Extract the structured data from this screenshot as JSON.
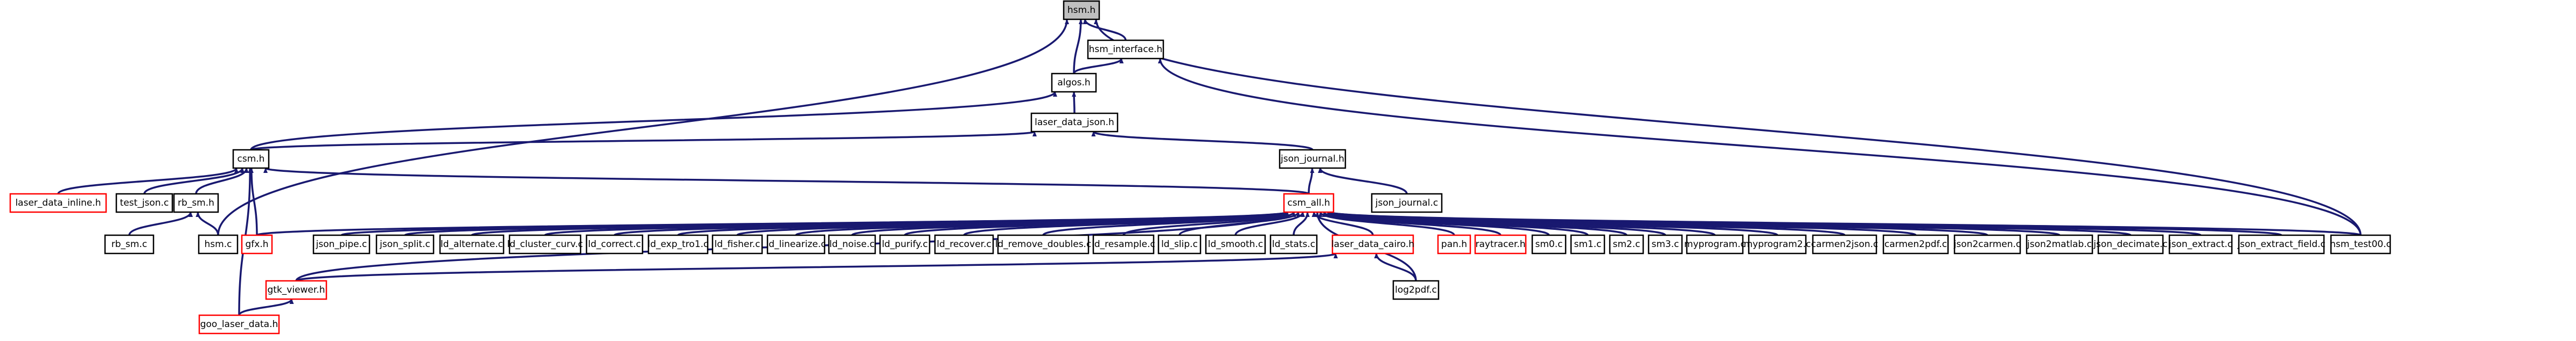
{
  "graph": {
    "colors": {
      "edge": "#191970",
      "node_border": "#000000",
      "undocumented_border": "#ff0000",
      "root_fill": "#bfbfbf",
      "node_fill": "#ffffff",
      "text": "#000000"
    },
    "nodes": [
      {
        "id": "hsm_h",
        "label": "hsm.h",
        "style": "root"
      },
      {
        "id": "hsm_interface_h",
        "label": "hsm_interface.h",
        "style": "normal"
      },
      {
        "id": "algos_h",
        "label": "algos.h",
        "style": "normal"
      },
      {
        "id": "laser_data_json_h",
        "label": "laser_data_json.h",
        "style": "normal"
      },
      {
        "id": "csm_h",
        "label": "csm.h",
        "style": "normal"
      },
      {
        "id": "json_journal_h",
        "label": "json_journal.h",
        "style": "normal"
      },
      {
        "id": "laser_data_inline_h",
        "label": "laser_data_inline.h",
        "style": "red"
      },
      {
        "id": "test_json_c",
        "label": "test_json.c",
        "style": "normal"
      },
      {
        "id": "rb_sm_h",
        "label": "rb_sm.h",
        "style": "normal"
      },
      {
        "id": "json_journal_c",
        "label": "json_journal.c",
        "style": "normal"
      },
      {
        "id": "csm_all_h",
        "label": "csm_all.h",
        "style": "red"
      },
      {
        "id": "rb_sm_c",
        "label": "rb_sm.c",
        "style": "normal"
      },
      {
        "id": "hsm_c",
        "label": "hsm.c",
        "style": "normal"
      },
      {
        "id": "gtk_viewer_h",
        "label": "gtk_viewer.h",
        "style": "red"
      },
      {
        "id": "goo_laser_data_h",
        "label": "goo_laser_data.h",
        "style": "red"
      },
      {
        "id": "gfx_h",
        "label": "gfx.h",
        "style": "red"
      },
      {
        "id": "json_pipe_c",
        "label": "json_pipe.c",
        "style": "normal"
      },
      {
        "id": "json_split_c",
        "label": "json_split.c",
        "style": "normal"
      },
      {
        "id": "ld_alternate_c",
        "label": "ld_alternate.c",
        "style": "normal"
      },
      {
        "id": "ld_cluster_curv_c",
        "label": "ld_cluster_curv.c",
        "style": "normal"
      },
      {
        "id": "ld_correct_c",
        "label": "ld_correct.c",
        "style": "normal"
      },
      {
        "id": "ld_exp_tro1_c",
        "label": "ld_exp_tro1.c",
        "style": "normal"
      },
      {
        "id": "ld_fisher_c",
        "label": "ld_fisher.c",
        "style": "normal"
      },
      {
        "id": "ld_linearize_c",
        "label": "ld_linearize.c",
        "style": "normal"
      },
      {
        "id": "ld_noise_c",
        "label": "ld_noise.c",
        "style": "normal"
      },
      {
        "id": "ld_purify_c",
        "label": "ld_purify.c",
        "style": "normal"
      },
      {
        "id": "ld_recover_c",
        "label": "ld_recover.c",
        "style": "normal"
      },
      {
        "id": "ld_remove_doubles_c",
        "label": "ld_remove_doubles.c",
        "style": "normal"
      },
      {
        "id": "ld_resample_c",
        "label": "ld_resample.c",
        "style": "normal"
      },
      {
        "id": "ld_slip_c",
        "label": "ld_slip.c",
        "style": "normal"
      },
      {
        "id": "ld_smooth_c",
        "label": "ld_smooth.c",
        "style": "normal"
      },
      {
        "id": "ld_stats_c",
        "label": "ld_stats.c",
        "style": "normal"
      },
      {
        "id": "laser_data_cairo_h",
        "label": "laser_data_cairo.h",
        "style": "red"
      },
      {
        "id": "log2pdf_c",
        "label": "log2pdf.c",
        "style": "normal"
      },
      {
        "id": "pan_h",
        "label": "pan.h",
        "style": "red"
      },
      {
        "id": "raytracer_h",
        "label": "raytracer.h",
        "style": "red"
      },
      {
        "id": "sm0_c",
        "label": "sm0.c",
        "style": "normal"
      },
      {
        "id": "sm1_c",
        "label": "sm1.c",
        "style": "normal"
      },
      {
        "id": "sm2_c",
        "label": "sm2.c",
        "style": "normal"
      },
      {
        "id": "sm3_c",
        "label": "sm3.c",
        "style": "normal"
      },
      {
        "id": "myprogram_c",
        "label": "myprogram.c",
        "style": "normal"
      },
      {
        "id": "myprogram2_c",
        "label": "myprogram2.c",
        "style": "normal"
      },
      {
        "id": "carmen2json_c",
        "label": "carmen2json.c",
        "style": "normal"
      },
      {
        "id": "carmen2pdf_c",
        "label": "carmen2pdf.c",
        "style": "normal"
      },
      {
        "id": "json2carmen_c",
        "label": "json2carmen.c",
        "style": "normal"
      },
      {
        "id": "json2matlab_c",
        "label": "json2matlab.c",
        "style": "normal"
      },
      {
        "id": "json_decimate_c",
        "label": "json_decimate.c",
        "style": "normal"
      },
      {
        "id": "json_extract_c",
        "label": "json_extract.c",
        "style": "normal"
      },
      {
        "id": "json_extract_field_c",
        "label": "json_extract_field.c",
        "style": "normal"
      },
      {
        "id": "hsm_test00_c",
        "label": "hsm_test00.c",
        "style": "normal"
      }
    ],
    "edges": [
      [
        "hsm_interface_h",
        "hsm_h"
      ],
      [
        "algos_h",
        "hsm_h"
      ],
      [
        "hsm_c",
        "hsm_h"
      ],
      [
        "hsm_test00_c",
        "hsm_h"
      ],
      [
        "algos_h",
        "hsm_interface_h"
      ],
      [
        "hsm_test00_c",
        "hsm_interface_h"
      ],
      [
        "laser_data_json_h",
        "algos_h"
      ],
      [
        "csm_h",
        "algos_h"
      ],
      [
        "json_journal_h",
        "laser_data_json_h"
      ],
      [
        "csm_h",
        "laser_data_json_h"
      ],
      [
        "laser_data_inline_h",
        "csm_h"
      ],
      [
        "test_json_c",
        "csm_h"
      ],
      [
        "rb_sm_h",
        "csm_h"
      ],
      [
        "csm_all_h",
        "csm_h"
      ],
      [
        "gfx_h",
        "csm_h"
      ],
      [
        "goo_laser_data_h",
        "csm_h"
      ],
      [
        "rb_sm_c",
        "rb_sm_h"
      ],
      [
        "hsm_c",
        "rb_sm_h"
      ],
      [
        "csm_all_h",
        "json_journal_h"
      ],
      [
        "json_journal_c",
        "json_journal_h"
      ],
      [
        "gfx_h",
        "csm_all_h"
      ],
      [
        "gtk_viewer_h",
        "csm_all_h"
      ],
      [
        "json_pipe_c",
        "csm_all_h"
      ],
      [
        "json_split_c",
        "csm_all_h"
      ],
      [
        "ld_alternate_c",
        "csm_all_h"
      ],
      [
        "ld_cluster_curv_c",
        "csm_all_h"
      ],
      [
        "ld_correct_c",
        "csm_all_h"
      ],
      [
        "ld_exp_tro1_c",
        "csm_all_h"
      ],
      [
        "ld_fisher_c",
        "csm_all_h"
      ],
      [
        "ld_linearize_c",
        "csm_all_h"
      ],
      [
        "ld_noise_c",
        "csm_all_h"
      ],
      [
        "ld_purify_c",
        "csm_all_h"
      ],
      [
        "ld_recover_c",
        "csm_all_h"
      ],
      [
        "ld_remove_doubles_c",
        "csm_all_h"
      ],
      [
        "ld_resample_c",
        "csm_all_h"
      ],
      [
        "ld_slip_c",
        "csm_all_h"
      ],
      [
        "ld_smooth_c",
        "csm_all_h"
      ],
      [
        "ld_stats_c",
        "csm_all_h"
      ],
      [
        "laser_data_cairo_h",
        "csm_all_h"
      ],
      [
        "log2pdf_c",
        "csm_all_h"
      ],
      [
        "pan_h",
        "csm_all_h"
      ],
      [
        "raytracer_h",
        "csm_all_h"
      ],
      [
        "sm0_c",
        "csm_all_h"
      ],
      [
        "sm1_c",
        "csm_all_h"
      ],
      [
        "sm2_c",
        "csm_all_h"
      ],
      [
        "sm3_c",
        "csm_all_h"
      ],
      [
        "myprogram_c",
        "csm_all_h"
      ],
      [
        "myprogram2_c",
        "csm_all_h"
      ],
      [
        "carmen2json_c",
        "csm_all_h"
      ],
      [
        "carmen2pdf_c",
        "csm_all_h"
      ],
      [
        "json2carmen_c",
        "csm_all_h"
      ],
      [
        "json2matlab_c",
        "csm_all_h"
      ],
      [
        "json_decimate_c",
        "csm_all_h"
      ],
      [
        "json_extract_c",
        "csm_all_h"
      ],
      [
        "json_extract_field_c",
        "csm_all_h"
      ],
      [
        "hsm_test00_c",
        "csm_all_h"
      ],
      [
        "goo_laser_data_h",
        "gtk_viewer_h"
      ],
      [
        "gtk_viewer_h",
        "laser_data_cairo_h"
      ],
      [
        "log2pdf_c",
        "laser_data_cairo_h"
      ]
    ]
  }
}
